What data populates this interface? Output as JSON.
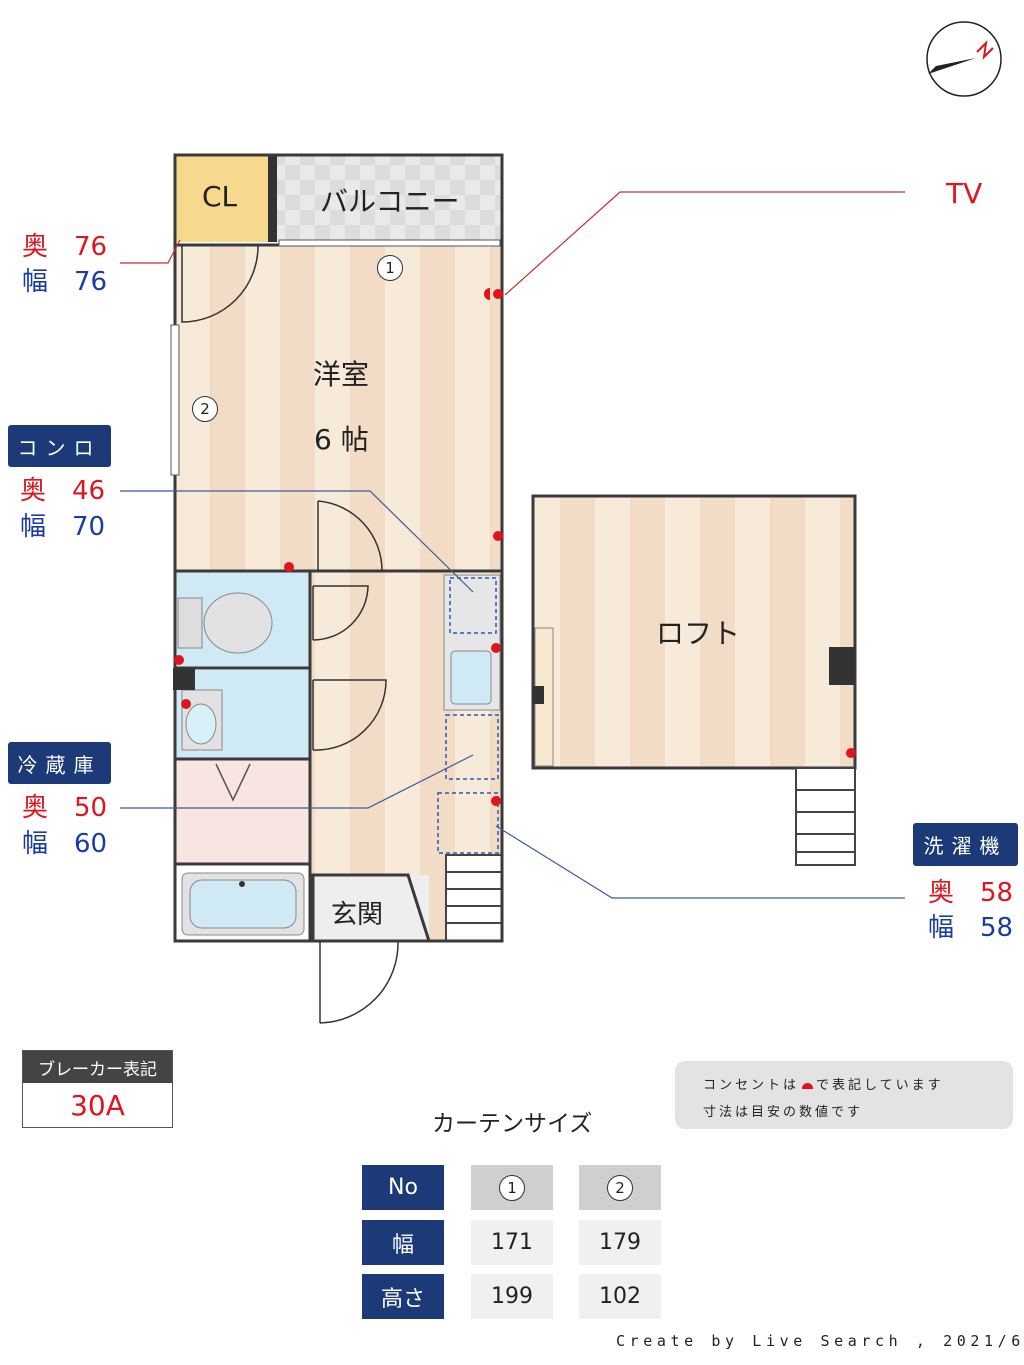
{
  "rooms": {
    "closet": "CL",
    "balcony": "バルコニー",
    "western_room": "洋室",
    "western_room_size": "6 帖",
    "loft": "ロフト",
    "entrance": "玄関"
  },
  "window_markers": [
    "1",
    "2"
  ],
  "tv_label": "TV",
  "dimensions": {
    "depth_label": "奥",
    "width_label": "幅",
    "closet": {
      "depth": "76",
      "width": "76"
    },
    "stove": {
      "title": "コンロ",
      "depth": "46",
      "width": "70"
    },
    "fridge": {
      "title": "冷蔵庫",
      "depth": "50",
      "width": "60"
    },
    "washer": {
      "title": "洗濯機",
      "depth": "58",
      "width": "58"
    }
  },
  "breaker": {
    "title": "ブレーカー表記",
    "value": "30A"
  },
  "notes": {
    "outlet": "コンセントは",
    "outlet_suffix": "で表記しています",
    "disclaimer": "寸法は目安の数値です"
  },
  "curtain": {
    "title": "カーテンサイズ",
    "header": "No",
    "row_width": "幅",
    "row_height": "高さ",
    "columns": [
      {
        "no": "1",
        "width": "171",
        "height": "199"
      },
      {
        "no": "2",
        "width": "179",
        "height": "102"
      }
    ]
  },
  "colors": {
    "accent_red": "#e0141e",
    "accent_blue": "#1a3aa8",
    "navy": "#1c3a78",
    "floor": "#f2dcc4",
    "wet_area": "#cfe9f5",
    "closet": "#f6d98c"
  },
  "credit": "Create by Live Search , 2021/6"
}
